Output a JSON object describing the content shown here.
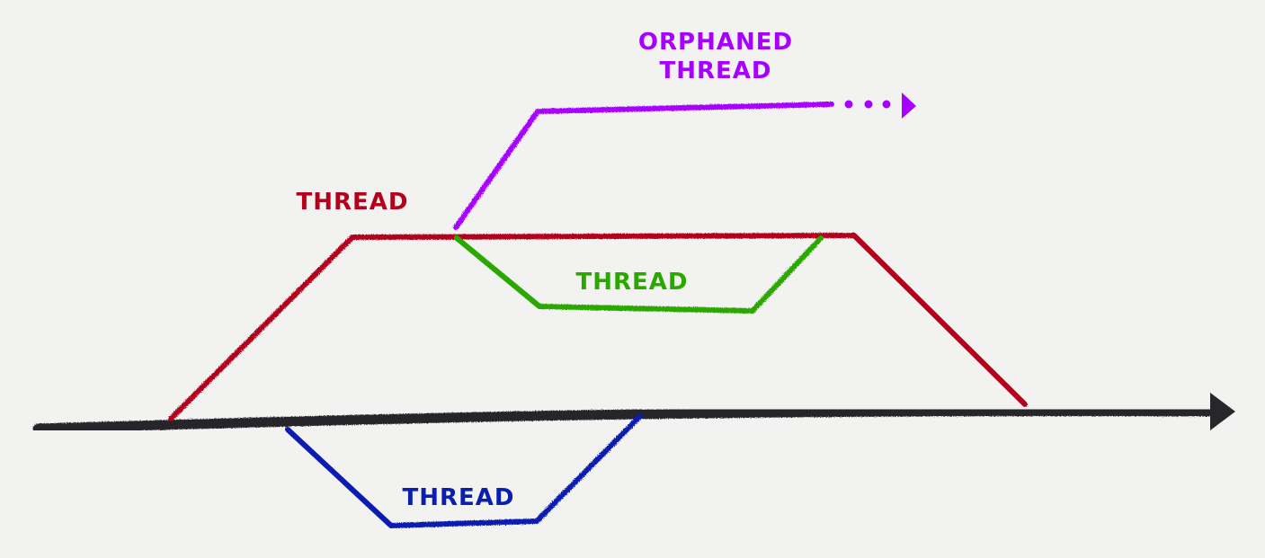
{
  "labels": {
    "orphaned_line1": "ORPHANED",
    "orphaned_line2": "THREAD",
    "red_thread": "THREAD",
    "green_thread": "THREAD",
    "blue_thread": "THREAD"
  },
  "colors": {
    "background": "#f2f2f1",
    "main": "#26262b",
    "red": "#b3001c",
    "green": "#2aa800",
    "blue": "#0a1fb0",
    "purple": "#a800ff"
  }
}
